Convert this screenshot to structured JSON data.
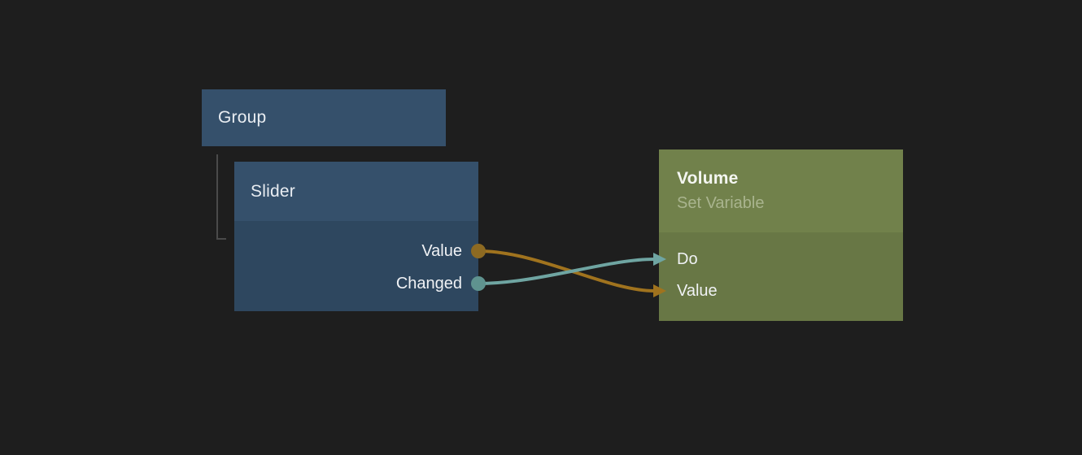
{
  "colors": {
    "background": "#1e1e1e",
    "node_blue_header": "#35506b",
    "node_blue_body": "#2e475f",
    "node_olive_header": "#71814b",
    "node_olive_body": "#687745",
    "wire_orange": "#a0731e",
    "port_orange": "#8d6a22",
    "wire_teal": "#6fa5a2",
    "port_teal": "#5f938f",
    "tree_line": "#4a4a4a",
    "title_text": "#e9edf2",
    "port_text": "#f0f2f5",
    "subtitle_text": "#a9b48e"
  },
  "graph": {
    "nodes": {
      "group": {
        "title": "Group",
        "type": "group"
      },
      "slider": {
        "title": "Slider",
        "parent": "Group",
        "outputs": [
          {
            "label": "Value",
            "port_color": "#8d6a22"
          },
          {
            "label": "Changed",
            "port_color": "#5f938f"
          }
        ]
      },
      "volume": {
        "title": "Volume",
        "subtitle": "Set Variable",
        "inputs": [
          {
            "label": "Do",
            "port_color": "#6fa5a2"
          },
          {
            "label": "Value",
            "port_color": "#a0731e"
          }
        ]
      }
    },
    "connections": [
      {
        "from": "Slider.Value",
        "to": "Volume.Value",
        "color": "#a0731e"
      },
      {
        "from": "Slider.Changed",
        "to": "Volume.Do",
        "color": "#6fa5a2"
      }
    ]
  }
}
